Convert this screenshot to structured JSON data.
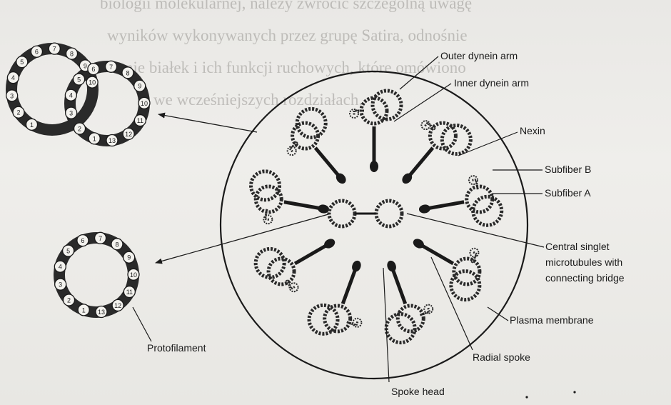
{
  "figure": {
    "labels": {
      "outer_dynein_arm": "Outer dynein arm",
      "inner_dynein_arm": "Inner dynein arm",
      "nexin": "Nexin",
      "subfiber_b": "Subfiber B",
      "subfiber_a": "Subfiber A",
      "central_line1": "Central singlet",
      "central_line2": "microtubules with",
      "central_line3": "connecting bridge",
      "plasma_membrane": "Plasma membrane",
      "radial_spoke": "Radial spoke",
      "spoke_head": "Spoke head",
      "protofilament": "Protofilament"
    },
    "doublet_subunits": {
      "subfiber_a_numbers": [
        "1",
        "2",
        "3",
        "4",
        "5",
        "6",
        "7",
        "8",
        "9",
        "10",
        "11",
        "12",
        "13"
      ],
      "subfiber_b_numbers": [
        "1",
        "2",
        "3",
        "4",
        "5",
        "6",
        "7",
        "8",
        "9",
        "10"
      ]
    },
    "singlet_subunits": [
      "1",
      "2",
      "3",
      "4",
      "5",
      "6",
      "7",
      "8",
      "9",
      "10",
      "11",
      "12",
      "13"
    ]
  },
  "background_text": {
    "line1": "biologii molekularnej, należy zwrócić szczególną uwagę",
    "line2": "wyników wykonywanych przez grupę Satira, odnośnie",
    "line3": "nie białek i ich funkcji ruchowych, które omówiono",
    "line4": "we wcześniejszych rozdziałach."
  }
}
